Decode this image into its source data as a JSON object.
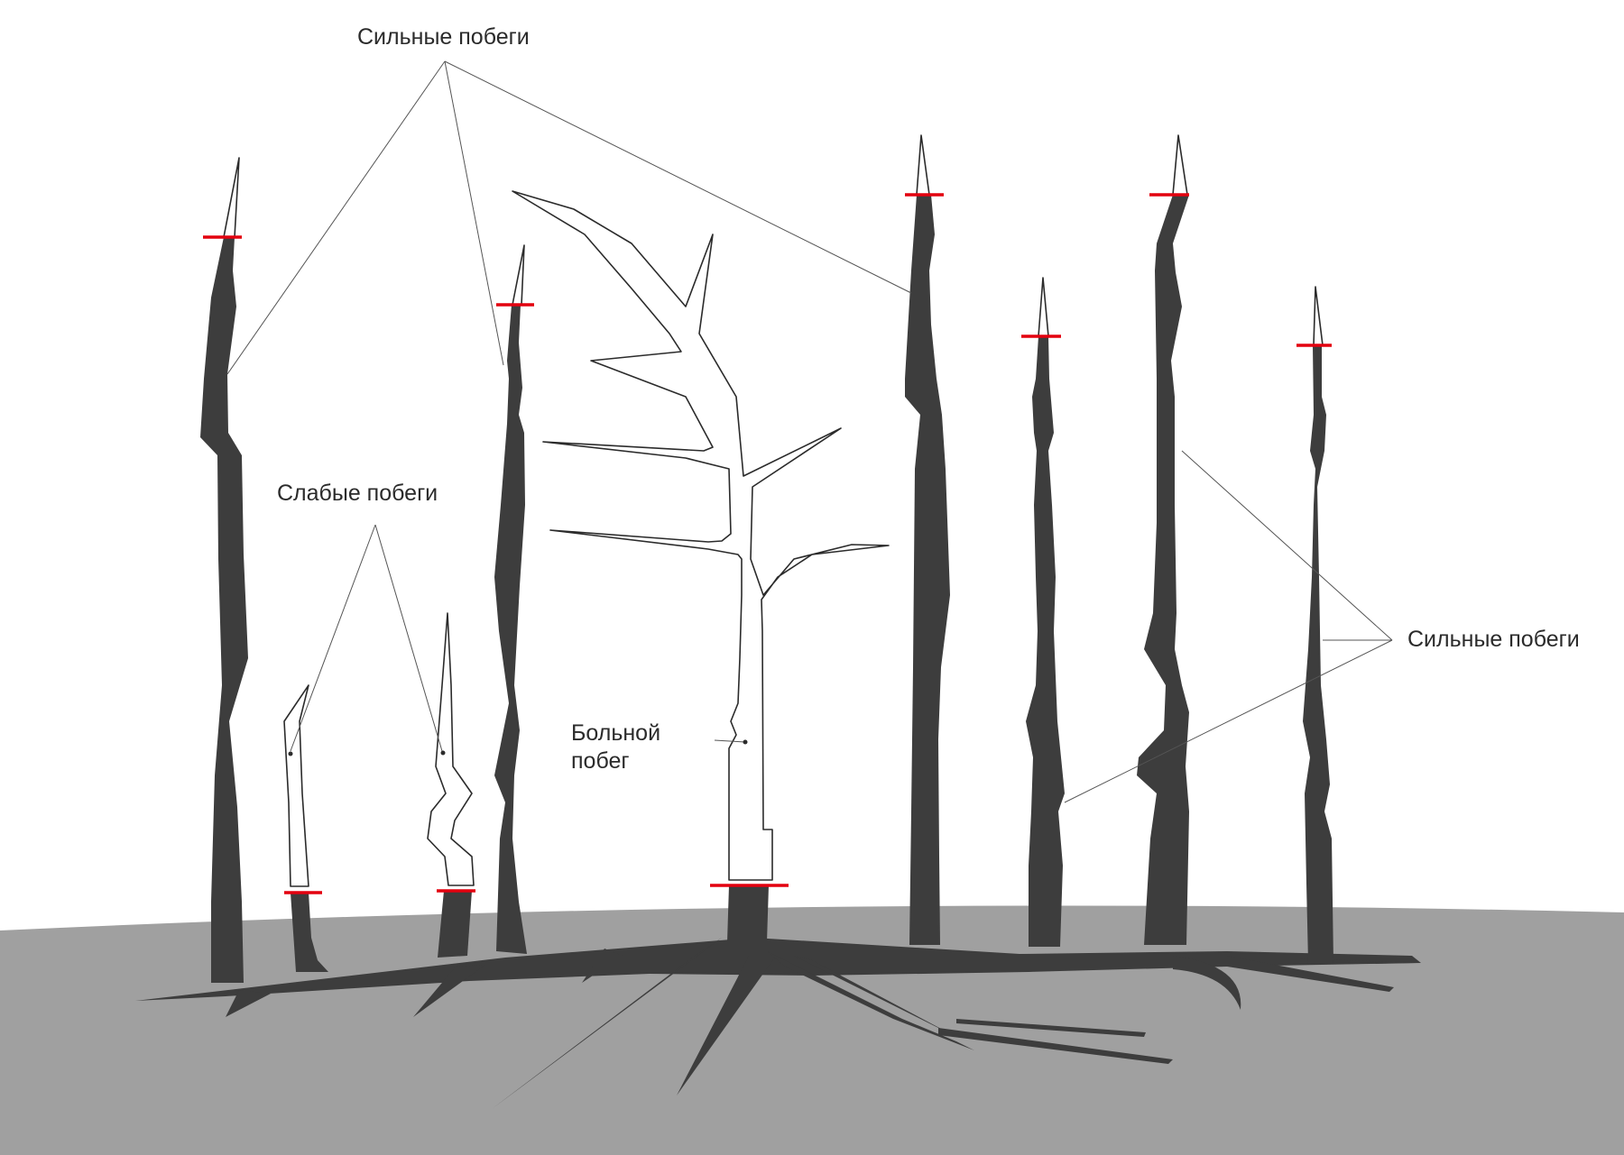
{
  "labels": {
    "strong_shoots_top": "Сильные побеги",
    "weak_shoots": "Слабые побеги",
    "diseased_shoot_line1": "Больной",
    "diseased_shoot_line2": "побег",
    "strong_shoots_right": "Сильные побеги"
  },
  "colors": {
    "background": "#ffffff",
    "ground": "#a0a0a0",
    "stems_and_roots": "#3d3d3d",
    "pruning_cut": "#e3000f",
    "removed_part": "#ffffff",
    "outline": "#2b2b2b"
  },
  "icons": [
    "pruning-cut-mark"
  ]
}
